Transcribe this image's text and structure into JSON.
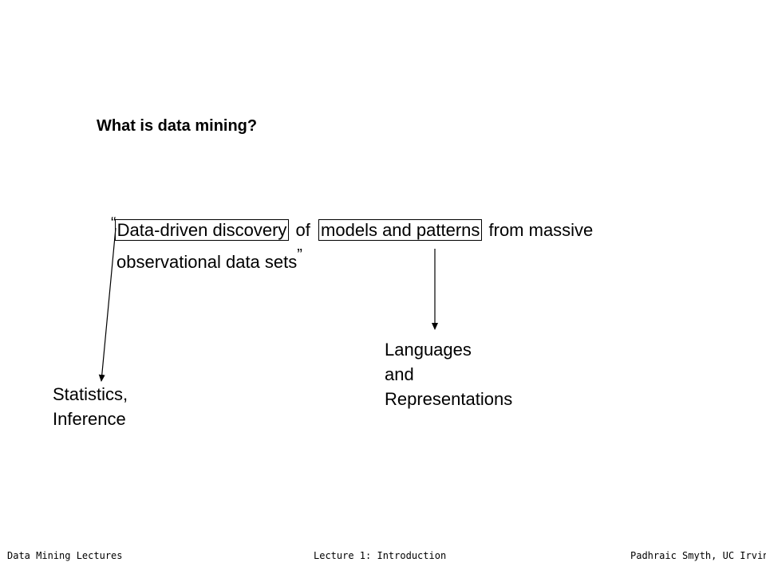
{
  "slide": {
    "title": "What is data mining?",
    "quote": {
      "open_mark": "“",
      "boxed_1": "Data-driven discovery",
      "middle_1": "of",
      "boxed_2": "models and patterns",
      "middle_2": "from massive",
      "line2": "observational data sets",
      "close_mark": "”"
    },
    "labels": {
      "statistics": [
        "Statistics,",
        "Inference"
      ],
      "languages": [
        "Languages",
        "and",
        "Representations"
      ]
    }
  },
  "footer": {
    "left": "Data Mining Lectures",
    "center": "Lecture 1: Introduction",
    "right": "Padhraic Smyth, UC Irvine"
  }
}
